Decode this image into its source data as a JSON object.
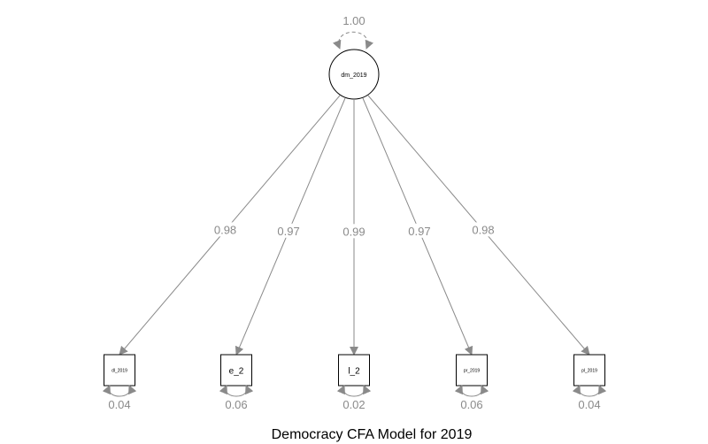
{
  "title": "Democracy CFA Model for 2019",
  "colors": {
    "edge": "#8a8a8a",
    "node_stroke": "#000000",
    "background": "#ffffff"
  },
  "latent": {
    "label": "dm_2019",
    "variance": "1.00"
  },
  "indicators": [
    {
      "label": "dl_2019",
      "loading": "0.98",
      "residual": "0.04"
    },
    {
      "label": "e_2",
      "loading": "0.97",
      "residual": "0.06"
    },
    {
      "label": "l_2",
      "loading": "0.99",
      "residual": "0.02"
    },
    {
      "label": "pr_2019",
      "loading": "0.97",
      "residual": "0.06"
    },
    {
      "label": "pl_2019",
      "loading": "0.98",
      "residual": "0.04"
    }
  ]
}
